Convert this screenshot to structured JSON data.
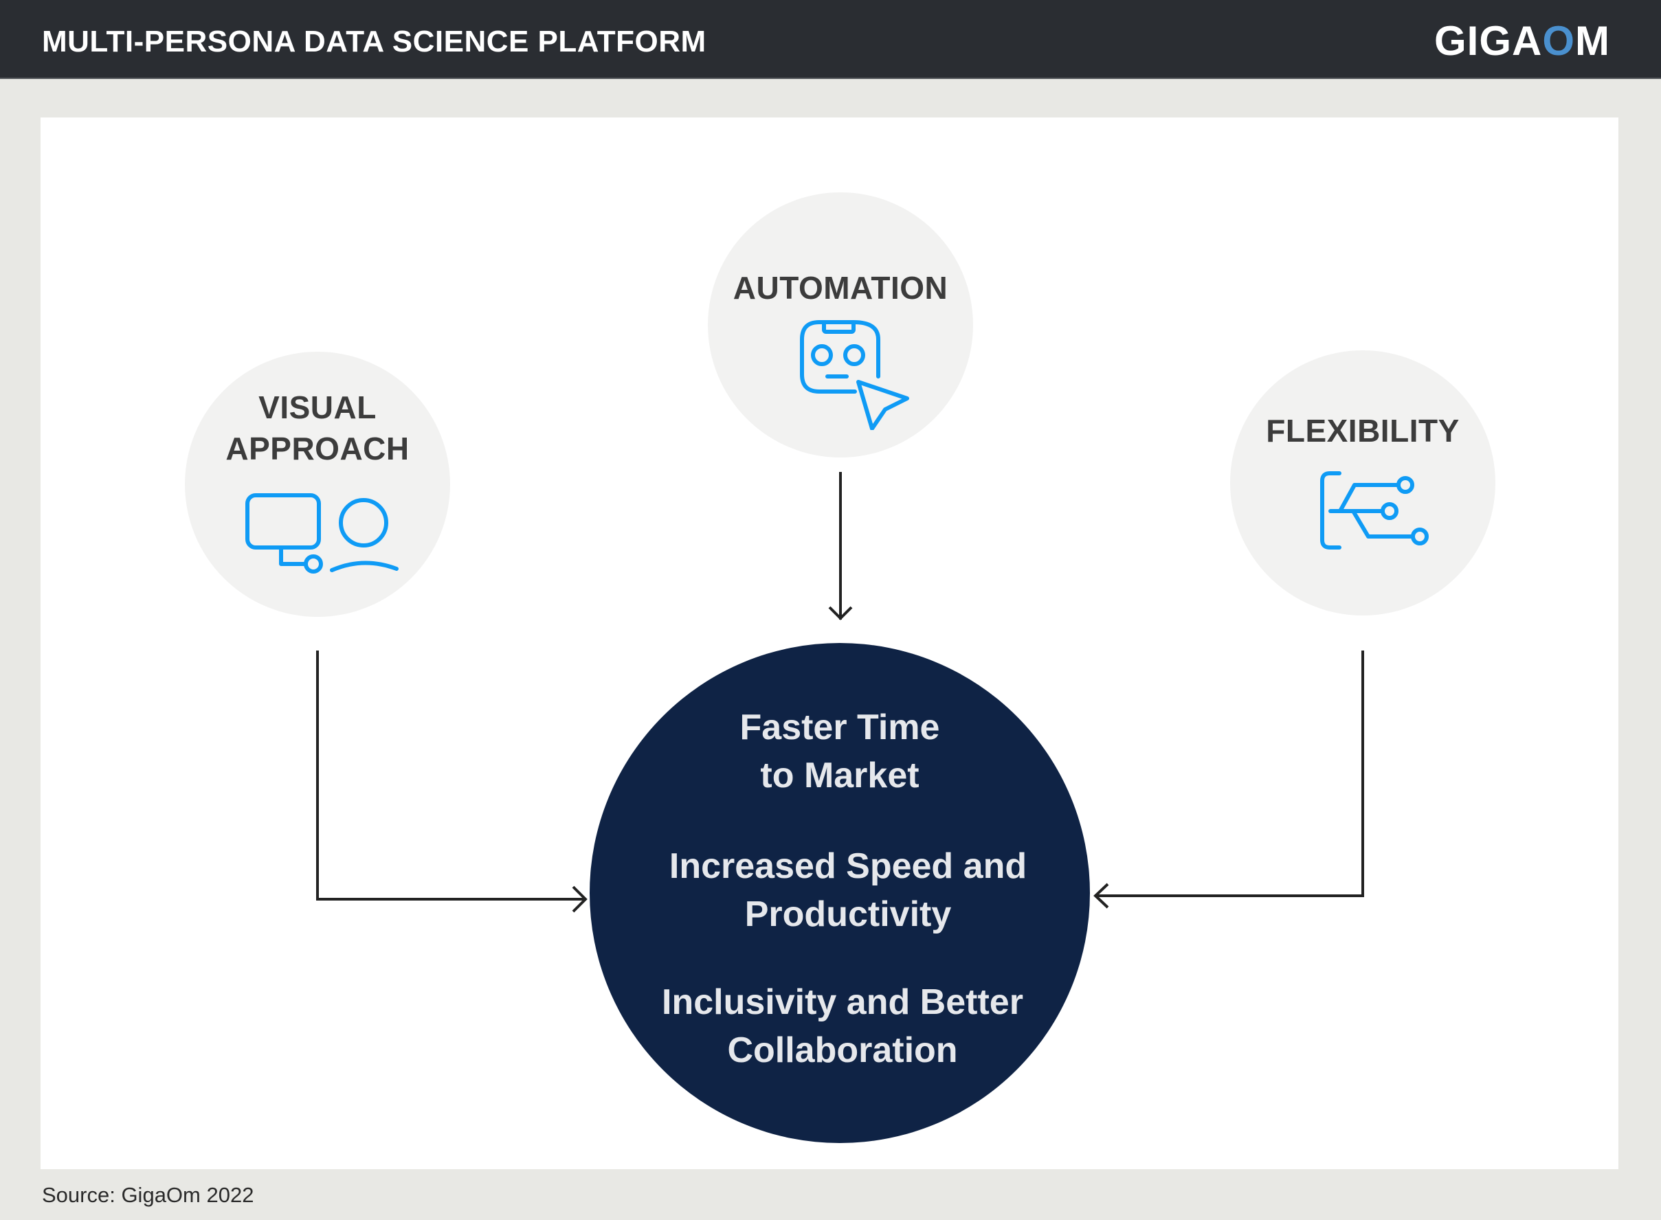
{
  "header": {
    "title": "MULTI-PERSONA DATA SCIENCE PLATFORM",
    "logo_prefix": "GIGA",
    "logo_accent": "O",
    "logo_suffix": "M"
  },
  "colors": {
    "header_bg": "#2a2d32",
    "page_bg": "#e8e8e4",
    "panel_bg": "#ffffff",
    "node_bg": "#f2f2f1",
    "icon_blue": "#0f9bf5",
    "core_bg": "#0f2345",
    "core_text": "#e6e8ec",
    "logo_accent": "#4a90cf",
    "arrow": "#222222"
  },
  "nodes": {
    "visual": {
      "line1": "VISUAL",
      "line2": "APPROACH",
      "icon": "monitor-user-icon"
    },
    "automation": {
      "label": "AUTOMATION",
      "icon": "robot-cursor-icon"
    },
    "flexibility": {
      "label": "FLEXIBILITY",
      "icon": "branching-nodes-icon"
    }
  },
  "core": {
    "items": [
      {
        "line1": "Faster Time",
        "line2": "to Market"
      },
      {
        "line1": "Increased Speed and",
        "line2": "Productivity"
      },
      {
        "line1": "Inclusivity and Better",
        "line2": "Collaboration"
      }
    ]
  },
  "footer": {
    "source": "Source: GigaOm 2022"
  }
}
